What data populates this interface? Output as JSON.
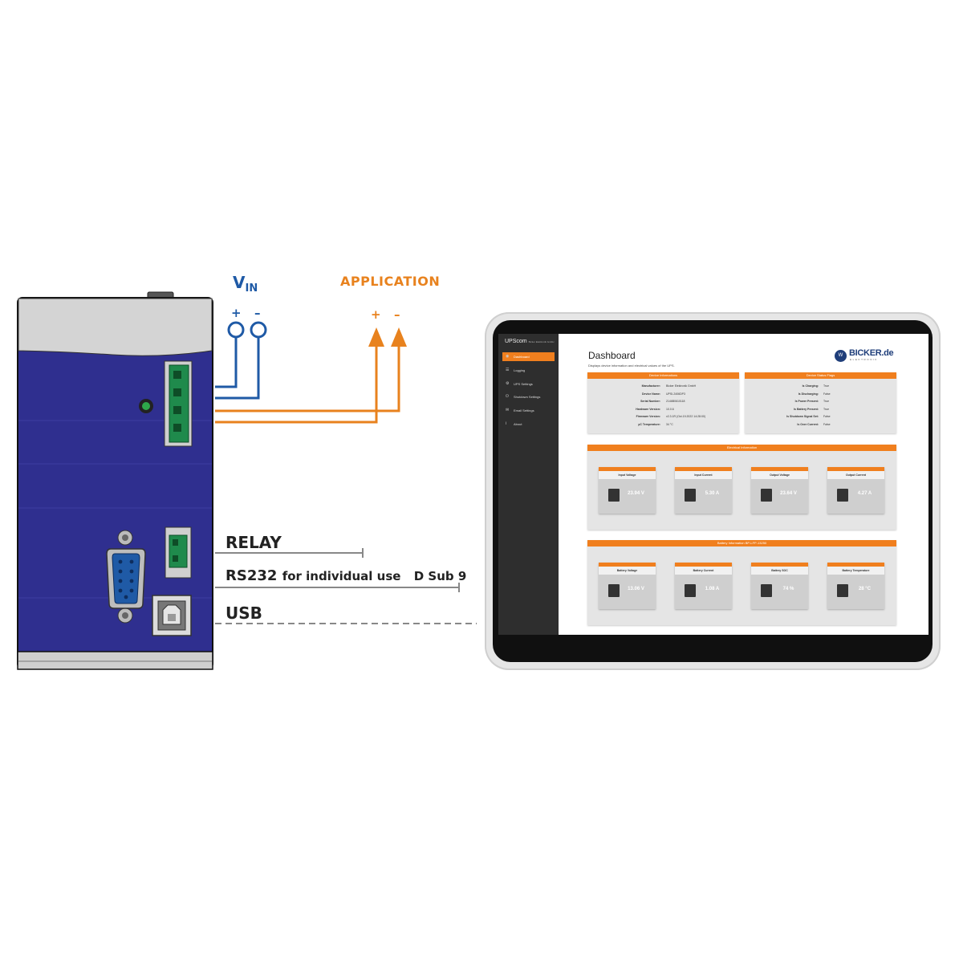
{
  "diagram": {
    "vin_label": "V",
    "vin_sub": "IN",
    "application_label": "APPLICATION",
    "plus": "+",
    "minus": "–",
    "relay_label": "RELAY",
    "rs232_label": "RS232",
    "rs232_note": "for individual use",
    "rs232_connector": "D Sub 9",
    "usb_label": "USB"
  },
  "colors": {
    "vin_wire": "#1f5aa6",
    "application_wire": "#e8821e",
    "device_body": "#2f2f8f",
    "accent": "#f07f1e"
  },
  "software": {
    "app_title": "UPScom",
    "app_subtitle": "Bicker Elektronik GmbH",
    "nav": [
      {
        "label": "Dashboard",
        "icon": "dashboard-icon",
        "active": true
      },
      {
        "label": "Logging",
        "icon": "list-icon",
        "active": false
      },
      {
        "label": "UPS Settings",
        "icon": "settings-icon",
        "active": false
      },
      {
        "label": "Shutdown Settings",
        "icon": "power-icon",
        "active": false
      },
      {
        "label": "Email Settings",
        "icon": "envelope-icon",
        "active": false
      },
      {
        "label": "About",
        "icon": "info-icon",
        "active": false
      }
    ],
    "page_title": "Dashboard",
    "page_subtitle": "Displays device information and electrical values of the UPS.",
    "logo_text": "BICKER.de",
    "logo_sub": "ELEKTRONIK",
    "device_info": {
      "title": "Device Informations",
      "rows": [
        {
          "key": "Manufacturer:",
          "value": "Bicker Elektronik GmbH"
        },
        {
          "key": "Device Name:",
          "value": "UPSI-2406DP3"
        },
        {
          "key": "Serial Number:",
          "value": "2146B0610118"
        },
        {
          "key": "Hardware Version:",
          "value": "10.0.6"
        },
        {
          "key": "Firmware Version:",
          "value": "v2.3.1R (Oct.19.2022 14:28:00)"
        },
        {
          "key": "µC Temperature:",
          "value": "34 °C"
        }
      ]
    },
    "status_flags": {
      "title": "Device Status Flags",
      "rows": [
        {
          "key": "Is Charging:",
          "value": "True"
        },
        {
          "key": "Is Discharging:",
          "value": "False"
        },
        {
          "key": "Is Power Present:",
          "value": "True"
        },
        {
          "key": "Is Battery Present:",
          "value": "True"
        },
        {
          "key": "Is Shutdown Signal Set:",
          "value": "False"
        },
        {
          "key": "Is Over Current:",
          "value": "False"
        }
      ]
    },
    "electrical": {
      "title": "Electrical Information",
      "tiles": [
        {
          "label": "Input Voltage",
          "value": "23.94 V"
        },
        {
          "label": "Input Current",
          "value": "5.30 A"
        },
        {
          "label": "Output Voltage",
          "value": "23.64 V"
        },
        {
          "label": "Output Current",
          "value": "4.27 A"
        }
      ]
    },
    "battery": {
      "title": "Battery Information BP-LFP-13250",
      "tiles": [
        {
          "label": "Battery Voltage",
          "value": "13.06 V"
        },
        {
          "label": "Battery Current",
          "value": "1.08 A"
        },
        {
          "label": "Battery SOC",
          "value": "74 %"
        },
        {
          "label": "Battery Temperature",
          "value": "28 °C"
        }
      ]
    }
  }
}
